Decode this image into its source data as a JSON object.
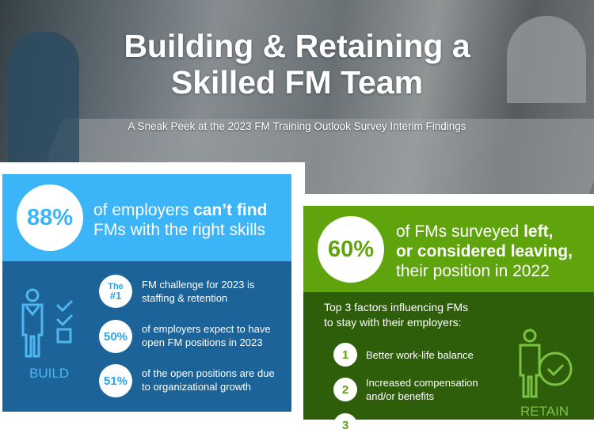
{
  "header": {
    "title_line1": "Building & Retaining a",
    "title_line2": "Skilled FM Team",
    "subtitle": "A Sneak Peek at the 2023 FM Training Outlook Survey Interim Findings"
  },
  "build": {
    "headline_stat": "88%",
    "headline_text": "of employers ",
    "headline_bold": "can’t find",
    "headline_text2": "FMs with the right skills",
    "label": "BUILD",
    "stats": [
      {
        "badge_top": "The",
        "badge_bottom": "#1",
        "line1": "FM challenge for 2023 is",
        "line2": "staffing & retention"
      },
      {
        "badge": "50%",
        "line1": "of employers expect to have",
        "line2": "open FM positions in 2023"
      },
      {
        "badge": "51%",
        "line1": "of the open positions are due",
        "line2": "to organizational growth"
      }
    ]
  },
  "retain": {
    "headline_stat": "60%",
    "line1": "of FMs surveyed ",
    "line1_bold": "left,",
    "line2_bold": "or considered leaving,",
    "line3": "their position in 2022",
    "factors_title1": "Top 3 factors influencing FMs",
    "factors_title2": "to stay with their employers:",
    "factors": [
      {
        "num": "1",
        "line1": "Better work-life balance",
        "line2": ""
      },
      {
        "num": "2",
        "line1": "Increased compensation",
        "line2": "and/or benefits"
      },
      {
        "num": "3"
      }
    ],
    "label": "RETAIN"
  },
  "colors": {
    "light_blue": "#3bb4f8",
    "dark_blue": "#1b6399",
    "light_green": "#5fa30d",
    "dark_green": "#2f5e0b",
    "icon_blue": "#4fb7f0",
    "icon_green": "#7cc242"
  }
}
